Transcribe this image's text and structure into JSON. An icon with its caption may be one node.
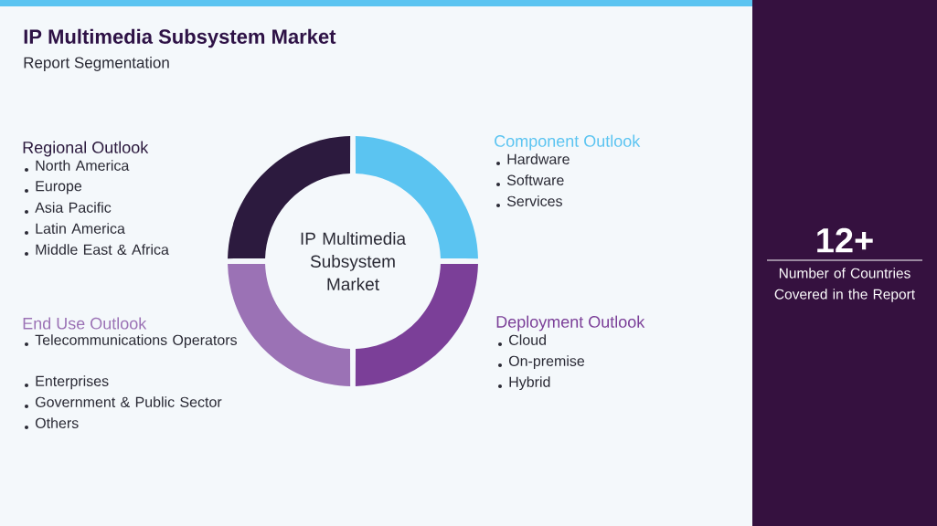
{
  "diagram": {
    "title": "IP Multimedia Subsystem Market",
    "nodes": [
      {
        "text": [
          "IP Multimedia Subsystem Market"
        ]
      }
    ],
    "labels": [
      "Report Segmentation",
      "Regional Outlook",
      "North America",
      "Europe",
      "Asia Pacific",
      "Latin America",
      "Middle East & Africa",
      "Component Outlook",
      "Hardware",
      "Software",
      "Services",
      "End Use Outlook",
      "Telecommunications Operators",
      "Enterprises",
      "Government & Public Sector",
      "Others",
      "Deployment Outlook",
      "Cloud",
      "On-premise",
      "Hybrid",
      "12+",
      "Number of Countries Covered in the Report"
    ]
  }
}
